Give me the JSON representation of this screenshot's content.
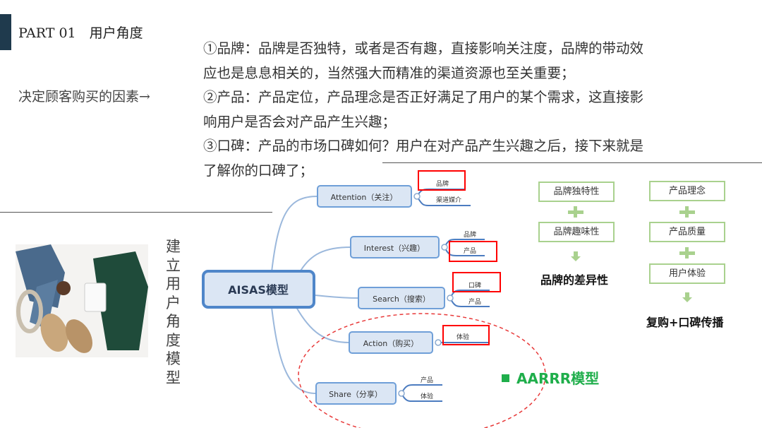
{
  "header": {
    "title": "PART 01　用户角度"
  },
  "left": {
    "factor_label": "决定顾客购买的因素→",
    "vertical_title": "建立用户角度模型"
  },
  "description": [
    "①品牌：品牌是否独特，或者是否有趣，直接影响关注度，品牌的带动效",
    "应也是息息相关的，当然强大而精准的渠道资源也至关重要；",
    "②产品：产品定位，产品理念是否正好满足了用户的某个需求，这直接影",
    "响用户是否会对产品产生兴趣；",
    "③口碑：产品的市场口碑如何？用户在对产品产生兴趣之后，接下来就是",
    "了解你的口碑了；"
  ],
  "mindmap": {
    "center": "AISAS模型",
    "nodes": [
      {
        "label": "Attention（关注）",
        "children": [
          "品牌",
          "渠道媒介"
        ]
      },
      {
        "label": "Interest（兴趣）",
        "children": [
          "品牌",
          "产品"
        ]
      },
      {
        "label": "Search（搜索）",
        "children": [
          "口碑",
          "产品"
        ]
      },
      {
        "label": "Action（购买）",
        "children": [
          "体验"
        ]
      },
      {
        "label": "Share（分享）",
        "children": [
          "产品",
          "体验"
        ]
      }
    ],
    "aarrr_label": "AARRR模型"
  },
  "flow": {
    "brand": {
      "items": [
        "品牌独特性",
        "品牌趣味性"
      ],
      "result": "品牌的差异性"
    },
    "product": {
      "items": [
        "产品理念",
        "产品质量",
        "用户体验"
      ],
      "result": "复购+口碑传播"
    }
  },
  "colors": {
    "accent": "#1f3a4d",
    "node_border": "#6f9fd8",
    "highlight": "#ff0000",
    "green": "#1fae4b",
    "flow_border": "#a9d18e"
  }
}
